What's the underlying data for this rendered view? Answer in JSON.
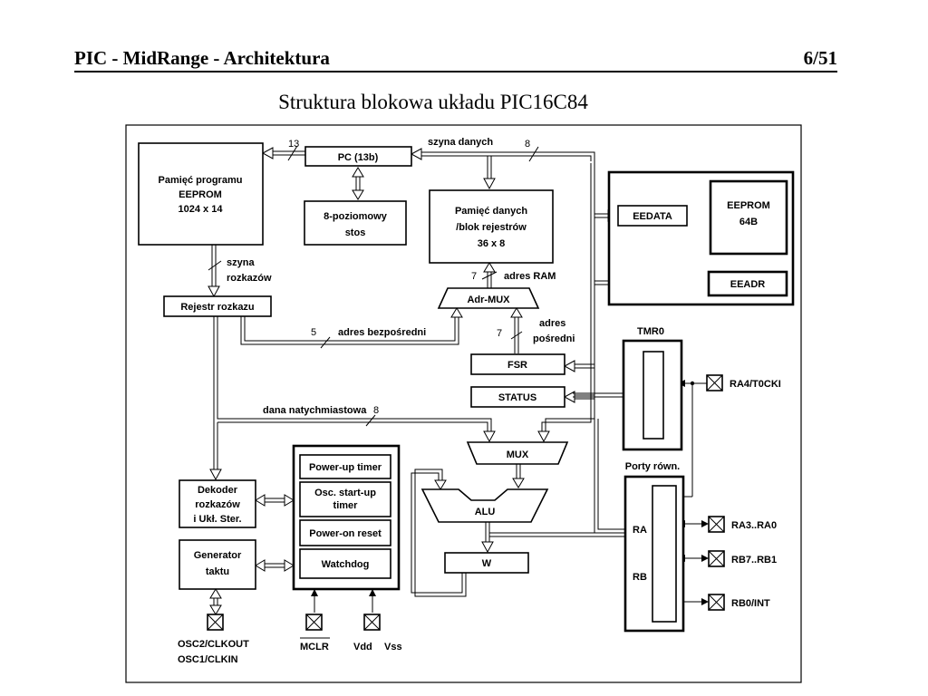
{
  "header": {
    "title": "PIC - MidRange - Architektura",
    "page": "6/51"
  },
  "subtitle": "Struktura blokowa układu PIC16C84",
  "blocks": {
    "program_memory": [
      "Pamięć programu",
      "EEPROM",
      "1024 x 14"
    ],
    "pc": "PC (13b)",
    "stack": [
      "8-poziomowy",
      "stos"
    ],
    "data_memory": [
      "Pamięć danych",
      "/blok rejestrów",
      "36 x 8"
    ],
    "instr_reg": "Rejestr rozkazu",
    "adr_mux": "Adr-MUX",
    "fsr": "FSR",
    "status": "STATUS",
    "mux": "MUX",
    "alu": "ALU",
    "w": "W",
    "decoder": [
      "Dekoder",
      "rozkazów",
      "i Ukł. Ster."
    ],
    "clock_gen": [
      "Generator",
      "taktu"
    ],
    "timers": [
      "Power-up timer",
      "Osc. start-up",
      "timer",
      "Power-on reset",
      "Watchdog"
    ],
    "eedata": "EEDATA",
    "eeprom": [
      "EEPROM",
      "64B"
    ],
    "eeadr": "EEADR",
    "tmr0": "TMR0",
    "ports_title": "Porty równ.",
    "ra": "RA",
    "rb": "RB"
  },
  "labels": {
    "bus13": "13",
    "data_bus": "szyna danych",
    "bus8": "8",
    "instr_bus": [
      "szyna",
      "rozkazów"
    ],
    "bus7a": "7",
    "ram_addr": "adres RAM",
    "bus5": "5",
    "direct_addr": "adres bezpośredni",
    "bus7b": "7",
    "indirect_addr": [
      "adres",
      "pośredni"
    ],
    "immediate": "dana natychmiastowa",
    "bus8b": "8"
  },
  "pins": {
    "ra4": "RA4/T0CKI",
    "ra3": "RA3..RA0",
    "rb7": "RB7..RB1",
    "rb0": "RB0/INT",
    "osc": [
      "OSC2/CLKOUT",
      "OSC1/CLKIN"
    ],
    "mclr": "MCLR",
    "vdd": "Vdd",
    "vss": "Vss"
  }
}
